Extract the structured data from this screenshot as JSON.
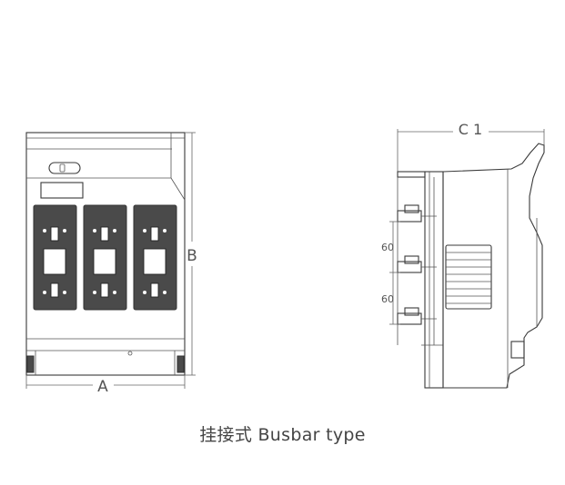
{
  "front_view": {
    "width_label": "A",
    "height_label": "B"
  },
  "side_view": {
    "depth_label": "C 1",
    "spacing_label_1": "60",
    "spacing_label_2": "60"
  },
  "caption": {
    "text": "挂接式  Busbar type"
  }
}
